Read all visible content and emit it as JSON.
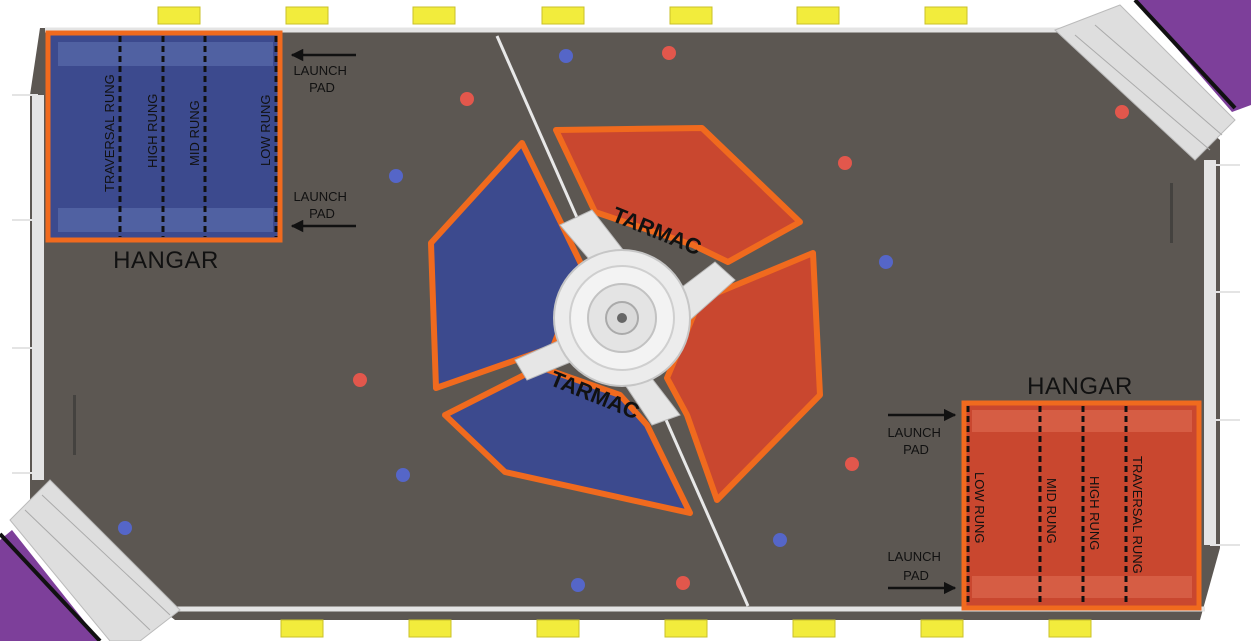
{
  "hangar_title": "HANGAR",
  "tarmac_title": "TARMAC",
  "launch_pad_line1": "LAUNCH",
  "launch_pad_line2": "PAD",
  "rungs": {
    "traversal": "TRAVERSAL RUNG",
    "high": "HIGH RUNG",
    "mid": "MID RUNG",
    "low": "LOW RUNG"
  },
  "colors": {
    "field": "#5c5752",
    "red_alliance": "#c9472f",
    "blue_alliance": "#3c4a8e",
    "outline_orange": "#f06a1e",
    "purple_corner": "#7d3f9a",
    "cargo_red": "#e2574c",
    "cargo_blue": "#5566c8",
    "yellow_marker": "#f2ec3c",
    "wall": "#e9e9e9"
  },
  "icons": [
    "arrow-right-icon",
    "arrow-left-icon",
    "cargo-ball-icon"
  ]
}
